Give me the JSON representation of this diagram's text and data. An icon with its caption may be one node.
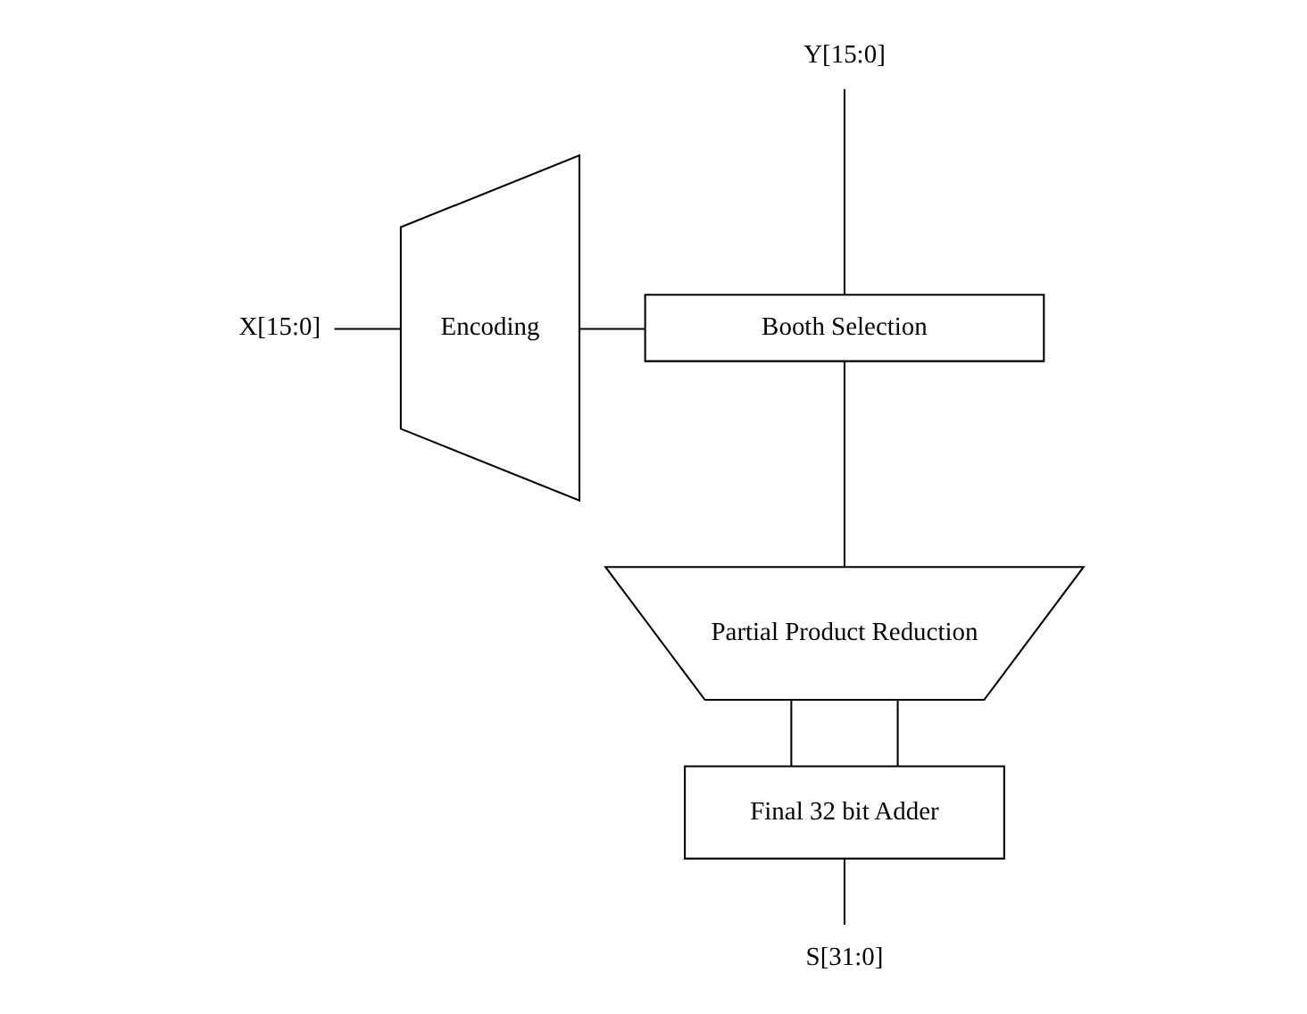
{
  "diagram": {
    "nodes": [
      {
        "text": [
          "Y[15:0]"
        ]
      },
      {
        "text": [
          "Booth Selection"
        ]
      },
      {
        "text": [
          "X[15:0]"
        ]
      },
      {
        "text": [
          "Encoding"
        ]
      },
      {
        "text": [
          "Partial Product Reduction"
        ]
      },
      {
        "text": [
          "Final 32 bit Adder"
        ]
      },
      {
        "text": [
          "S[31:0]"
        ]
      }
    ],
    "edges": [
      {
        "from": 0,
        "to": 1,
        "arrow": "none"
      },
      {
        "from": 2,
        "to": 3,
        "arrow": "none"
      },
      {
        "from": 3,
        "to": 1,
        "arrow": "none"
      },
      {
        "from": 1,
        "to": 4,
        "arrow": "none"
      },
      {
        "from": 4,
        "to": 5,
        "arrow": "none"
      },
      {
        "from": 4,
        "to": 5,
        "arrow": "none"
      },
      {
        "from": 5,
        "to": 6,
        "arrow": "none"
      }
    ]
  }
}
